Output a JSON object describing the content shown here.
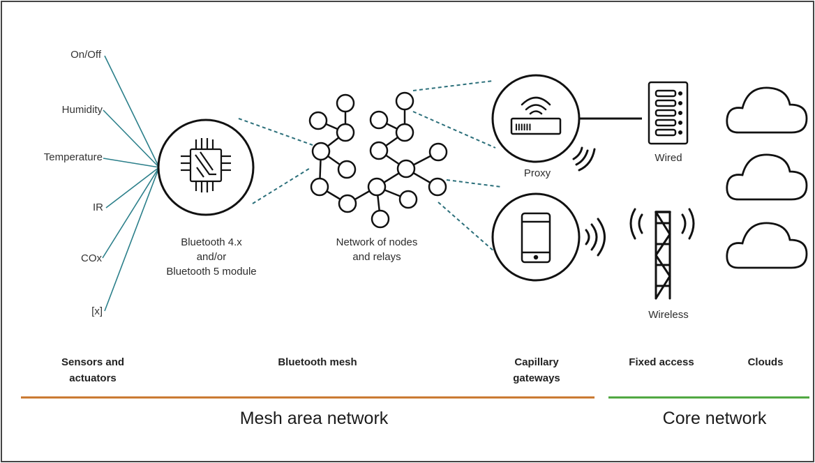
{
  "sensors": {
    "items": [
      "On/Off",
      "Humidity",
      "Temperature",
      "IR",
      "COx",
      "[x]"
    ]
  },
  "module": {
    "line1": "Bluetooth 4.x",
    "line2": "and/or",
    "line3": "Bluetooth 5 module"
  },
  "mesh": {
    "line1": "Network of nodes",
    "line2": "and relays"
  },
  "gateways": {
    "proxy": "Proxy",
    "device_label": "IIIIII"
  },
  "access": {
    "wired": "Wired",
    "wireless": "Wireless"
  },
  "categories": {
    "sensors_line1": "Sensors and",
    "sensors_line2": "actuators",
    "mesh": "Bluetooth mesh",
    "capillary_line1": "Capillary",
    "capillary_line2": "gateways",
    "fixed": "Fixed access",
    "clouds": "Clouds"
  },
  "networks": {
    "mesh_area": "Mesh area network",
    "core": "Core network"
  },
  "colors": {
    "mesh_line": "#c8752a",
    "core_line": "#4aa43a",
    "connector": "#2b7f8a"
  }
}
